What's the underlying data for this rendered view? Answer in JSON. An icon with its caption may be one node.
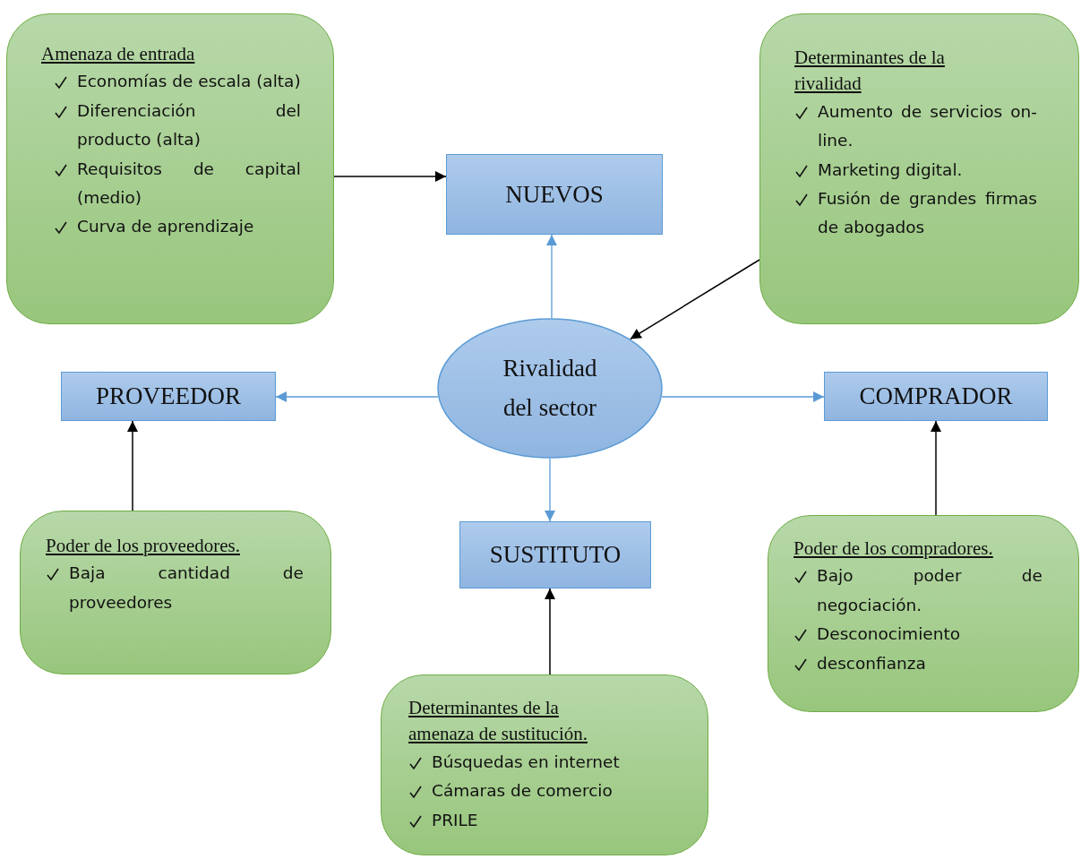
{
  "diagram": {
    "nodes": [
      {
        "text": [
          "Amenaza de entrada",
          "Economías de escala (alta)",
          "Diferenciación del producto (alta)",
          "Requisitos de capital (medio)",
          "Curva de aprendizaje"
        ]
      },
      {
        "text": [
          "NUEVOS"
        ]
      },
      {
        "text": [
          "Determinantes de la rivalidad",
          "Aumento de servicios on-line.",
          "Marketing digital.",
          "Fusión de grandes firmas de abogados"
        ]
      },
      {
        "text": [
          "PROVEEDOR"
        ]
      },
      {
        "text": [
          "Rivalidad del sector"
        ]
      },
      {
        "text": [
          "COMPRADOR"
        ]
      },
      {
        "text": [
          "Poder de los proveedores.",
          "Baja cantidad de proveedores"
        ]
      },
      {
        "text": [
          "SUSTITUTO"
        ]
      },
      {
        "text": [
          "Poder de los compradores.",
          "Bajo poder de negociación.",
          "Desconocimiento",
          "desconfianza"
        ]
      },
      {
        "text": [
          "Determinantes de la amenaza de sustitución.",
          "Búsquedas en internet",
          "Cámaras de comercio",
          "PRILE"
        ]
      }
    ],
    "edges": [
      {
        "from": 0,
        "to": 1,
        "arrow": "to"
      },
      {
        "from": 2,
        "to": 4,
        "arrow": "to"
      },
      {
        "from": 4,
        "to": 1,
        "arrow": "to",
        "color": "#5b9bd5"
      },
      {
        "from": 4,
        "to": 3,
        "arrow": "to",
        "color": "#5b9bd5"
      },
      {
        "from": 4,
        "to": 5,
        "arrow": "to",
        "color": "#5b9bd5"
      },
      {
        "from": 4,
        "to": 7,
        "arrow": "to",
        "color": "#5b9bd5"
      },
      {
        "from": 6,
        "to": 3,
        "arrow": "to"
      },
      {
        "from": 8,
        "to": 5,
        "arrow": "to"
      },
      {
        "from": 9,
        "to": 7,
        "arrow": "to"
      }
    ]
  }
}
